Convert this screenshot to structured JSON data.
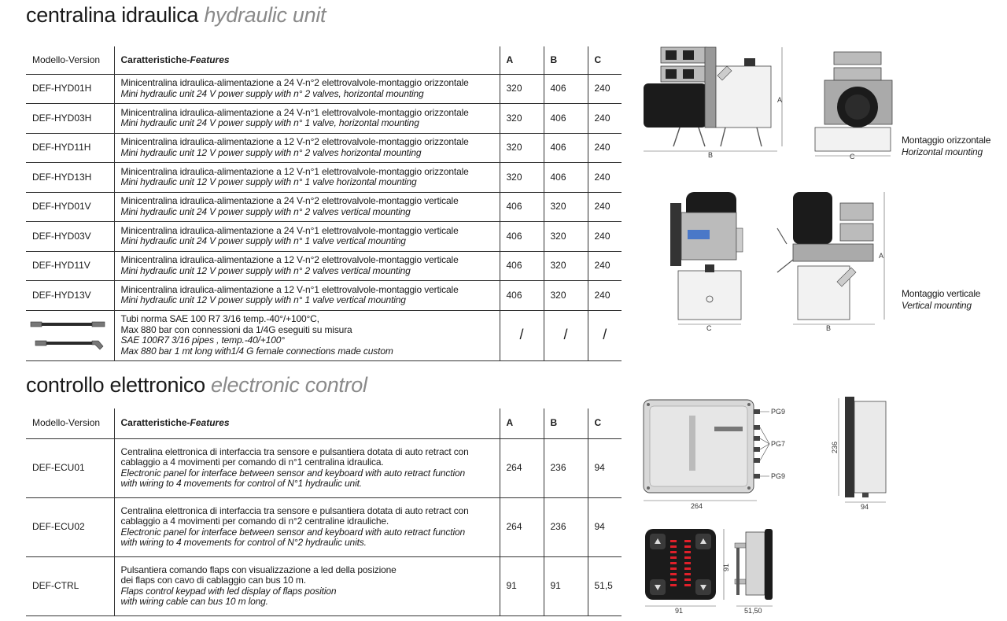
{
  "hydraulic": {
    "title_it": "centralina idraulica",
    "title_en": "hydraulic unit",
    "headers": {
      "model": "Modello-Version",
      "features_it": "Caratteristiche-",
      "features_en": "Features",
      "a": "A",
      "b": "B",
      "c": "C"
    },
    "rows": [
      {
        "model": "DEF-HYD01H",
        "it": "Minicentralina idraulica-alimentazione a 24 V-n°2 elettrovalvole-montaggio orizzontale",
        "en": "Mini hydraulic unit 24 V power supply with n° 2 valves, horizontal mounting",
        "a": "320",
        "b": "406",
        "c": "240"
      },
      {
        "model": "DEF-HYD03H",
        "it": "Minicentralina idraulica-alimentazione a 24 V-n°1 elettrovalvole-montaggio orizzontale",
        "en": "Mini hydraulic unit 24 V power supply with n° 1 valve, horizontal mounting",
        "a": "320",
        "b": "406",
        "c": "240"
      },
      {
        "model": "DEF-HYD11H",
        "it": "Minicentralina idraulica-alimentazione a 12 V-n°2 elettrovalvole-montaggio orizzontale",
        "en": "Mini hydraulic unit 12 V power supply with n° 2 valves horizontal mounting",
        "a": "320",
        "b": "406",
        "c": "240"
      },
      {
        "model": "DEF-HYD13H",
        "it": "Minicentralina idraulica-alimentazione a 12 V-n°1 elettrovalvole-montaggio orizzontale",
        "en": "Mini hydraulic unit 12 V power supply with n° 1 valve horizontal mounting",
        "a": "320",
        "b": "406",
        "c": "240"
      },
      {
        "model": "DEF-HYD01V",
        "it": "Minicentralina idraulica-alimentazione a 24 V-n°2 elettrovalvole-montaggio verticale",
        "en": "Mini hydraulic unit 24 V power supply with n° 2 valves vertical mounting",
        "a": "406",
        "b": "320",
        "c": "240"
      },
      {
        "model": "DEF-HYD03V",
        "it": "Minicentralina idraulica-alimentazione a 24 V-n°1 elettrovalvole-montaggio verticale",
        "en": "Mini hydraulic unit 24 V power supply with n° 1 valve vertical mounting",
        "a": "406",
        "b": "320",
        "c": "240"
      },
      {
        "model": "DEF-HYD11V",
        "it": "Minicentralina idraulica-alimentazione a 12 V-n°2 elettrovalvole-montaggio verticale",
        "en": "Mini hydraulic unit 12 V power supply with n° 2 valves vertical mounting",
        "a": "406",
        "b": "320",
        "c": "240"
      },
      {
        "model": "DEF-HYD13V",
        "it": "Minicentralina idraulica-alimentazione a 12 V-n°1 elettrovalvole-montaggio verticale",
        "en": "Mini hydraulic unit 12 V power supply with n° 1 valve vertical mounting",
        "a": "406",
        "b": "320",
        "c": "240"
      }
    ],
    "hose": {
      "it_1": "Tubi norma SAE 100 R7 3/16 temp.-40°/+100°C,",
      "it_2": "Max 880 bar con connessioni da 1/4G eseguiti su misura",
      "en_1": "SAE 100R7 3/16 pipes , temp.-40/+100°",
      "en_2": "Max 880 bar 1 mt long with1/4 G female connections made custom",
      "a": "/",
      "b": "/",
      "c": "/"
    },
    "captions": {
      "horizontal_it": "Montaggio orizzontale",
      "horizontal_en": "Horizontal mounting",
      "vertical_it": "Montaggio verticale",
      "vertical_en": "Vertical mounting"
    },
    "dim_labels": {
      "a": "A",
      "b": "B",
      "c": "C"
    }
  },
  "electronic": {
    "title_it": "controllo elettronico",
    "title_en": "electronic control",
    "headers": {
      "model": "Modello-Version",
      "features_it": "Caratteristiche-",
      "features_en": "Features",
      "a": "A",
      "b": "B",
      "c": "C"
    },
    "rows": [
      {
        "model": "DEF-ECU01",
        "it_1": "Centralina elettronica di interfaccia tra sensore e pulsantiera dotata di auto retract con",
        "it_2": "cablaggio a 4 movimenti per comando di n°1 centralina idraulica.",
        "en_1": "Electronic panel for interface between sensor and keyboard with auto retract function",
        "en_2": "with wiring to 4 movements for control of N°1 hydraulic unit.",
        "a": "264",
        "b": "236",
        "c": "94"
      },
      {
        "model": "DEF-ECU02",
        "it_1": "Centralina elettronica di interfaccia tra sensore e pulsantiera dotata di auto retract con",
        "it_2": "cablaggio a 4 movimenti per comando di n°2 centraline idrauliche.",
        "en_1": "Electronic panel for interface between sensor and keyboard with auto retract function",
        "en_2": "with wiring to 4 movements for control of N°2 hydraulic units.",
        "a": "264",
        "b": "236",
        "c": "94"
      },
      {
        "model": "DEF-CTRL",
        "it_1": "Pulsantiera comando flaps con visualizzazione a led della posizione",
        "it_2": "dei flaps con cavo di cablaggio can bus 10 m.",
        "en_1": "Flaps control keypad with led display of flaps position",
        "en_2": "with wiring cable can bus 10 m long.",
        "a": "91",
        "b": "91",
        "c": "51,5"
      }
    ],
    "dim_labels": {
      "ecu_width": "264",
      "ecu_height": "236",
      "ecu_depth": "94",
      "pg9_top": "PG9",
      "pg7": "PG7",
      "pg9_bottom": "PG9",
      "keypad_w": "91",
      "keypad_h": "91",
      "keypad_d": "51,50"
    }
  },
  "colors": {
    "led_red": "#e0202a",
    "motor_black": "#1b1b1b",
    "line": "#333333",
    "title_gray": "#8a8a8a"
  }
}
